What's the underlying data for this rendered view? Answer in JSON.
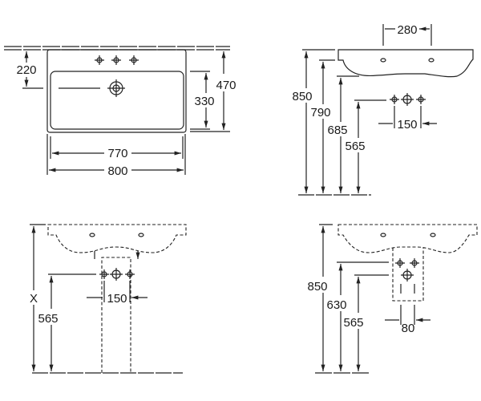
{
  "top_view": {
    "d220": "220",
    "d330": "330",
    "d470": "470",
    "d770": "770",
    "d800": "800"
  },
  "side_view": {
    "d280": "280",
    "d850": "850",
    "d790": "790",
    "d685": "685",
    "d565": "565",
    "d150": "150"
  },
  "front_pedestal": {
    "dX": "X",
    "d565": "565",
    "d150": "150"
  },
  "side_pedestal": {
    "d850": "850",
    "d630": "630",
    "d565": "565",
    "d80": "80"
  }
}
